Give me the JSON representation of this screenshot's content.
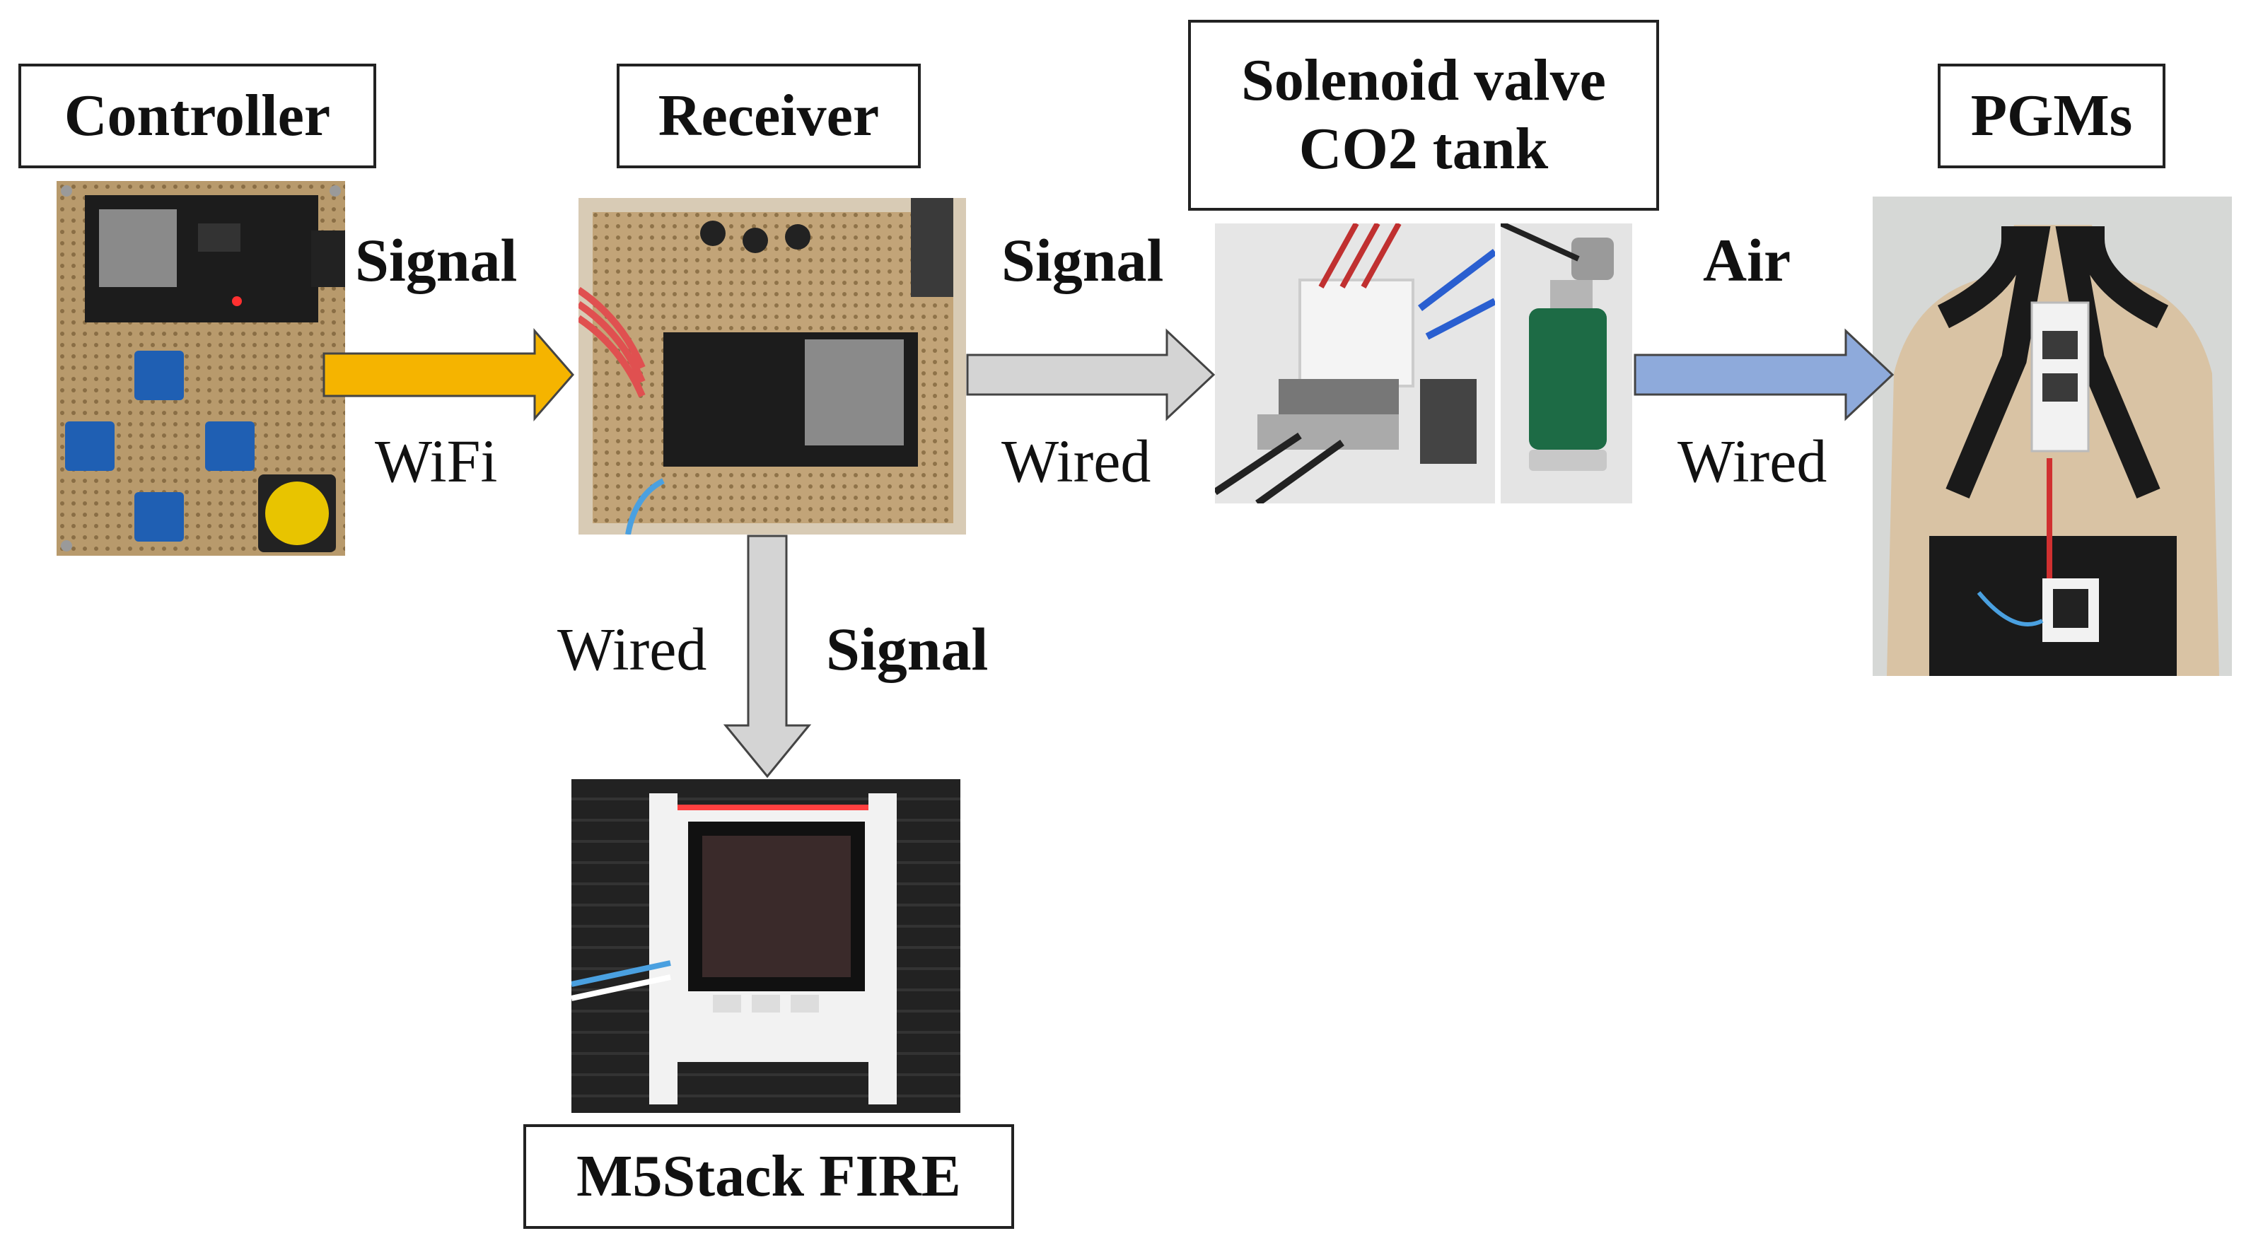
{
  "nodes": {
    "controller": {
      "label": "Controller"
    },
    "receiver": {
      "label": "Receiver"
    },
    "solenoid": {
      "line1": "Solenoid valve",
      "line2": "CO2 tank"
    },
    "pgms": {
      "label": "PGMs"
    },
    "m5stack": {
      "label": "M5Stack FIRE"
    }
  },
  "edges": {
    "controller_receiver": {
      "top": "Signal",
      "bottom": "WiFi",
      "color": "#f5b400"
    },
    "receiver_solenoid": {
      "top": "Signal",
      "bottom": "Wired",
      "color": "#d4d4d4"
    },
    "solenoid_pgms": {
      "top": "Air",
      "bottom": "Wired",
      "color": "#8eaadb"
    },
    "receiver_m5stack": {
      "left": "Wired",
      "right": "Signal",
      "color": "#d4d4d4"
    }
  },
  "colors": {
    "pcb": "#b89a6c",
    "button_blue": "#1f5fb3",
    "button_yellow": "#e8c400",
    "esp_board": "#1c1c1c",
    "mannequin": "#d9c3a4",
    "strap": "#1a1a1a",
    "can_green": "#1d6b45",
    "velcro": "#222222",
    "case_white": "#f2f2f2"
  }
}
